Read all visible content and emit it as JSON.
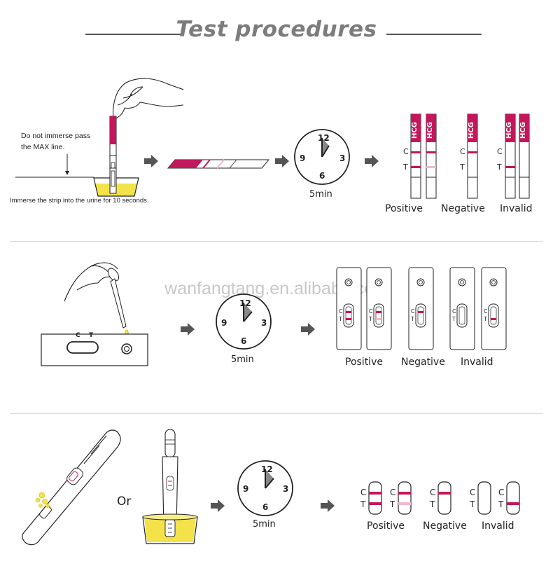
{
  "title": "Test procedures",
  "watermark": "wanfangtang.en.alibaba.com",
  "colors": {
    "accent": "#c2185b",
    "line_faint": "#f2b8cc",
    "urine": "#f4e24a",
    "text": "#222222",
    "title": "#7c7c7c",
    "arrow": "#555555"
  },
  "section1": {
    "note_top": [
      "Do not immerse pass",
      "the MAX line."
    ],
    "note_bottom": "Immerse the strip into the urine for 10 seconds.",
    "timer": {
      "label": "5min",
      "numerals": [
        "12",
        "3",
        "6",
        "9"
      ]
    },
    "strip_text": "HCG",
    "line_labels": [
      "C",
      "T"
    ],
    "results": [
      "Positive",
      "Negative",
      "Invalid"
    ]
  },
  "section2": {
    "window_labels": [
      "C",
      "T"
    ],
    "timer": {
      "label": "5min",
      "numerals": [
        "12",
        "3",
        "6",
        "9"
      ]
    },
    "result_labels": [
      "C",
      "T"
    ],
    "results": [
      "Positive",
      "Negative",
      "Invalid"
    ]
  },
  "section3": {
    "or_label": "Or",
    "timer": {
      "label": "5min",
      "numerals": [
        "12",
        "3",
        "6",
        "9"
      ]
    },
    "line_labels": [
      "C",
      "T"
    ],
    "results": [
      "Positive",
      "Negative",
      "Invalid"
    ]
  }
}
